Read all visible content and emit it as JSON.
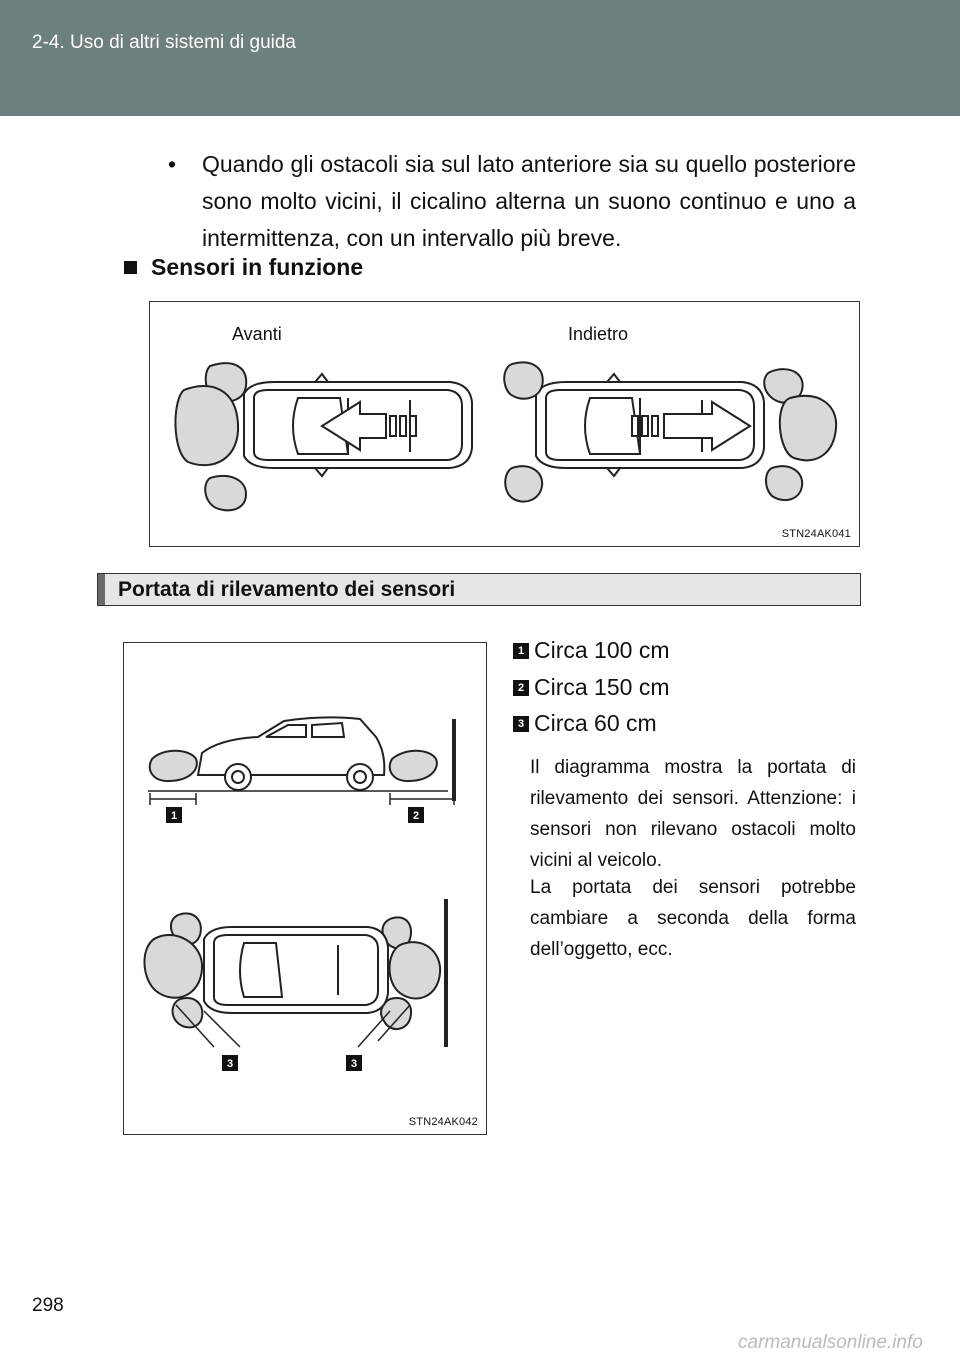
{
  "header": {
    "title": "2-4. Uso di altri sistemi di guida"
  },
  "bullet": {
    "marker": "•",
    "text": "Quando gli ostacoli sia sul lato anteriore sia su quello posteriore sono molto vicini, il cicalino alterna un suono continuo e uno a intermittenza, con un intervallo più breve."
  },
  "subheading": "Sensori in funzione",
  "figure1": {
    "label_front": "Avanti",
    "label_rear": "Indietro",
    "code": "STN24AK041"
  },
  "section": {
    "title": "Portata di rilevamento dei sensori"
  },
  "legend": [
    {
      "num": "1",
      "text": "Circa 100 cm"
    },
    {
      "num": "2",
      "text": "Circa 150 cm"
    },
    {
      "num": "3",
      "text": "Circa 60 cm"
    }
  ],
  "notes": [
    "Il diagramma mostra la portata di rilevamento dei sensori. Attenzione: i sensori non rilevano ostacoli molto vicini al veicolo.",
    "La portata dei sensori potrebbe cambiare a seconda della forma dell’oggetto, ecc."
  ],
  "figure2": {
    "code": "STN24AK042",
    "marker_1": "1",
    "marker_2": "2",
    "marker_3": "3"
  },
  "page_number": "298",
  "footer": "carmanualsonline.info"
}
